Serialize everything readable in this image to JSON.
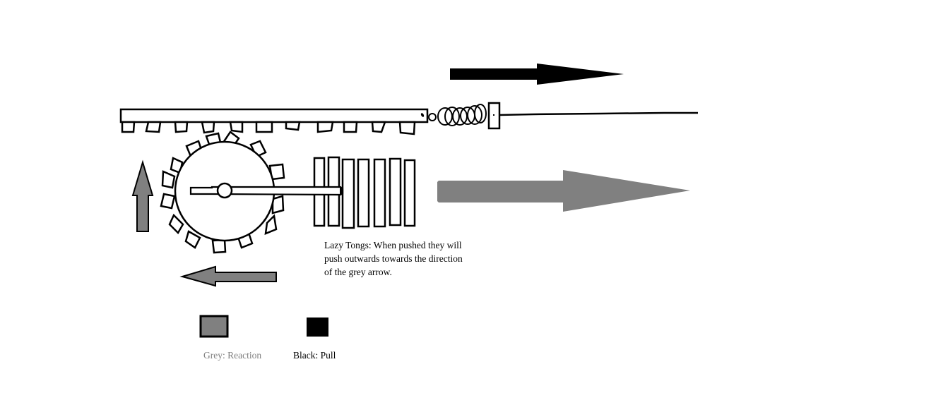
{
  "diagram": {
    "type": "mechanism-sketch",
    "components": {
      "rack": {
        "label": "rack bar with teeth",
        "tooth_count": 11
      },
      "spring": {
        "label": "coil spring"
      },
      "gear": {
        "label": "toothed gear",
        "tooth_count": 16
      },
      "rod": {
        "label": "gear rod"
      },
      "lazy_tongs": {
        "label": "lazy tongs",
        "bar_count": 7
      },
      "pull_line": {
        "label": "pull string"
      }
    },
    "arrows": [
      {
        "name": "pull-arrow",
        "color": "#000000",
        "direction": "right"
      },
      {
        "name": "reaction-arrow-right",
        "color": "#808080",
        "direction": "right"
      },
      {
        "name": "reaction-arrow-up",
        "color": "#808080",
        "direction": "up"
      },
      {
        "name": "reaction-arrow-left",
        "color": "#808080",
        "direction": "left"
      }
    ]
  },
  "note": {
    "text": "Lazy Tongs: When pushed they will push outwards towards the direction of the grey arrow."
  },
  "legend": {
    "items": [
      {
        "label": "Grey: Reaction",
        "color": "#808080"
      },
      {
        "label": "Black: Pull",
        "color": "#000000"
      }
    ]
  },
  "colors": {
    "grey": "#808080",
    "black": "#000000",
    "background": "#ffffff"
  }
}
